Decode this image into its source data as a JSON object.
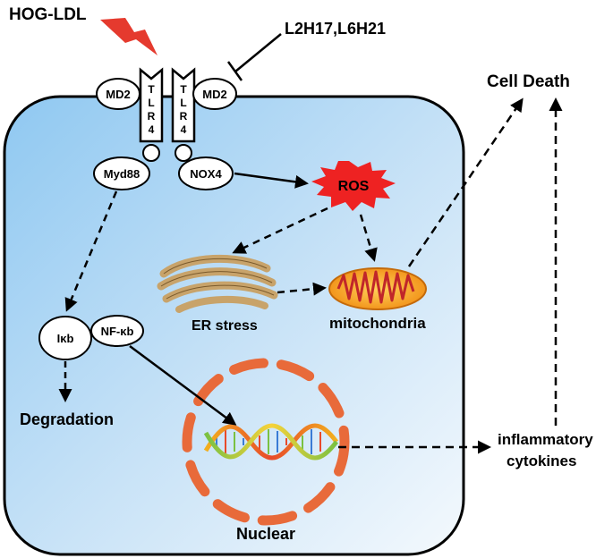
{
  "labels": {
    "hog_ldl": "HOG-LDL",
    "inhibitors": "L2H17,L6H21",
    "cell_death": "Cell Death",
    "md2": "MD2",
    "tlr4_letters": [
      "T",
      "L",
      "R",
      "4"
    ],
    "myd88": "Myd88",
    "nox4": "NOX4",
    "ros": "ROS",
    "er_stress": "ER stress",
    "mitochondria": "mitochondria",
    "ikb": "Iκb",
    "nfkb": "NF-κb",
    "degradation": "Degradation",
    "nuclear": "Nuclear",
    "inflammatory_line1": "inflammatory",
    "inflammatory_line2": "cytokines"
  },
  "colors": {
    "cell_fill_top": "#9fd0f3",
    "cell_fill_bottom": "#f2f8fd",
    "ros_fill": "#ee2222",
    "lightning": "#e53a2e",
    "nucleus": "#e86a3a",
    "er": "#c8a36a",
    "mito_outer": "#f29a1a",
    "mito_inner": "#c0262a"
  }
}
